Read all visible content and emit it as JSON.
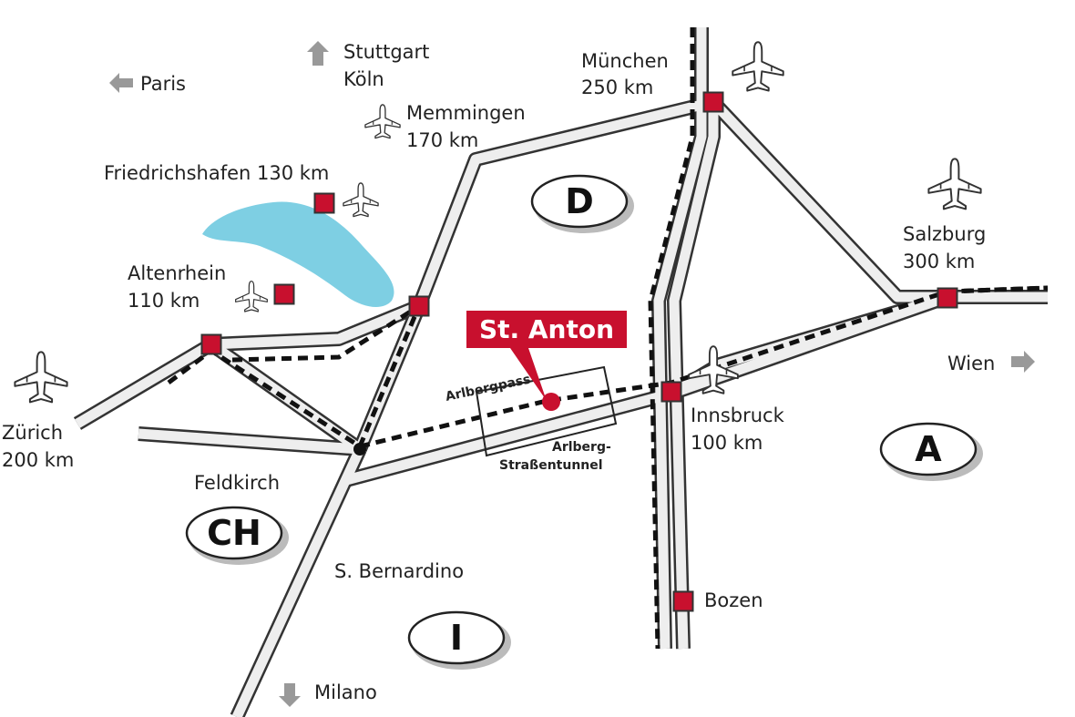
{
  "destination": "St. Anton",
  "colors": {
    "marker": "#c8102e",
    "lake": "#7ecfe3",
    "road_fill": "#eeeeee",
    "road_edge": "#333333",
    "arrow": "#999999"
  },
  "countries": {
    "germany": "D",
    "austria": "A",
    "switzerland": "CH",
    "italy": "I"
  },
  "cities": {
    "muenchen": {
      "name": "München",
      "distance": "250 km"
    },
    "memmingen": {
      "name": "Memmingen",
      "distance": "170 km"
    },
    "friedrichshafen": {
      "name": "Friedrichshafen 130 km"
    },
    "altenrhein": {
      "name": "Altenrhein",
      "distance": "110 km"
    },
    "zuerich": {
      "name": "Zürich",
      "distance": "200 km"
    },
    "salzburg": {
      "name": "Salzburg",
      "distance": "300 km"
    },
    "innsbruck": {
      "name": "Innsbruck",
      "distance": "100 km"
    },
    "feldkirch": {
      "name": "Feldkirch"
    },
    "bernardino": {
      "name": "S. Bernardino"
    },
    "bozen": {
      "name": "Bozen"
    }
  },
  "directions": {
    "paris": "Paris",
    "stuttgart": "Stuttgart",
    "koeln": "Köln",
    "wien": "Wien",
    "milano": "Milano"
  },
  "features": {
    "arlbergpass": "Arlbergpass",
    "tunnel_line1": "Arlberg-",
    "tunnel_line2": "Straßentunnel"
  },
  "icons": [
    "airplane-icon",
    "arrow-left-icon",
    "arrow-up-icon",
    "arrow-right-icon",
    "arrow-down-icon",
    "city-marker-icon"
  ]
}
